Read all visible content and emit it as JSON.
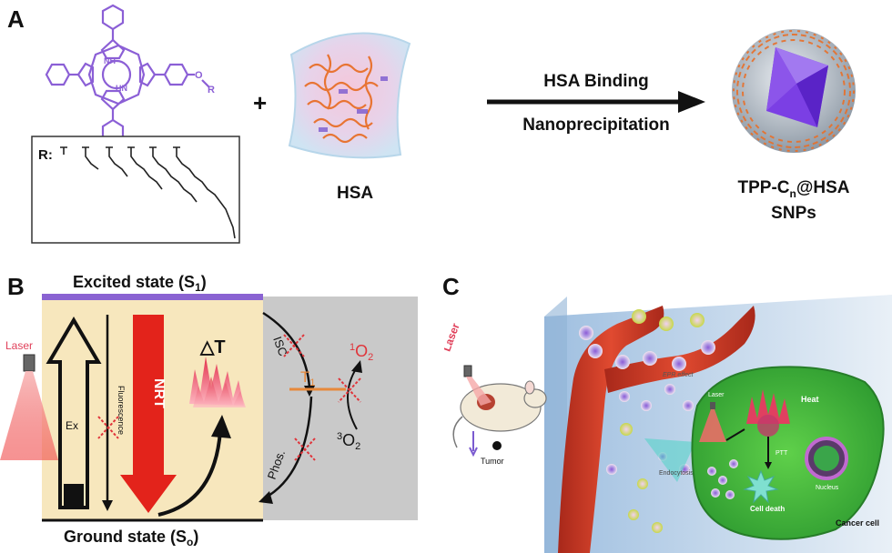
{
  "panels": {
    "a": "A",
    "b": "B",
    "c": "C"
  },
  "panel_a": {
    "r_label": "R:",
    "substituent": "R",
    "oxygen": "O",
    "nh_top": "NH",
    "nh_bottom": "HN",
    "plus": "+",
    "hsa_label": "HSA",
    "arrow_top": "HSA Binding",
    "arrow_bottom": "Nanoprecipitation",
    "product_line1_pre": "TPP-C",
    "product_line1_sub": "n",
    "product_line1_post": "@HSA",
    "product_line2": "SNPs"
  },
  "panel_b": {
    "excited_pre": "Excited state (S",
    "excited_sub": "1",
    "excited_post": ")",
    "ground_pre": "Ground state (S",
    "ground_sub": "o",
    "ground_post": ")",
    "laser": "Laser",
    "ex": "Ex",
    "fluorescence": "Fluorescence",
    "nrt": "NRT",
    "delta_t": "△T",
    "isc": "ISC",
    "t1_main": "T",
    "t1_sub": "1",
    "singlet_sup": "1",
    "singlet_main": "O",
    "singlet_sub": "2",
    "triplet_sup": "3",
    "triplet_main": "O",
    "triplet_sub": "2",
    "phos": "Phos."
  },
  "panel_c": {
    "laser": "Laser",
    "tumor": "Tumor",
    "epr": "EPR effect",
    "endocytosis": "Endocytosis",
    "laser_inner": "Laser",
    "heat": "Heat",
    "ptt": "PTT",
    "cell_death": "Cell death",
    "nucleus": "Nucleus",
    "cancer_cell": "Cancer cell"
  },
  "colors": {
    "porphyrin": "#8b5fd6",
    "excited_bar": "#8a63d2",
    "nrt_red": "#e3231b",
    "panel_b_left": "#f7e7bd",
    "panel_b_right": "#c9c9c9",
    "t1_orange": "#e7893b",
    "singlet_red": "#e0343a",
    "cell_green": "#3bb23b",
    "vessel_red": "#c8331f",
    "panel_c_bg": "#bcd2e6"
  }
}
